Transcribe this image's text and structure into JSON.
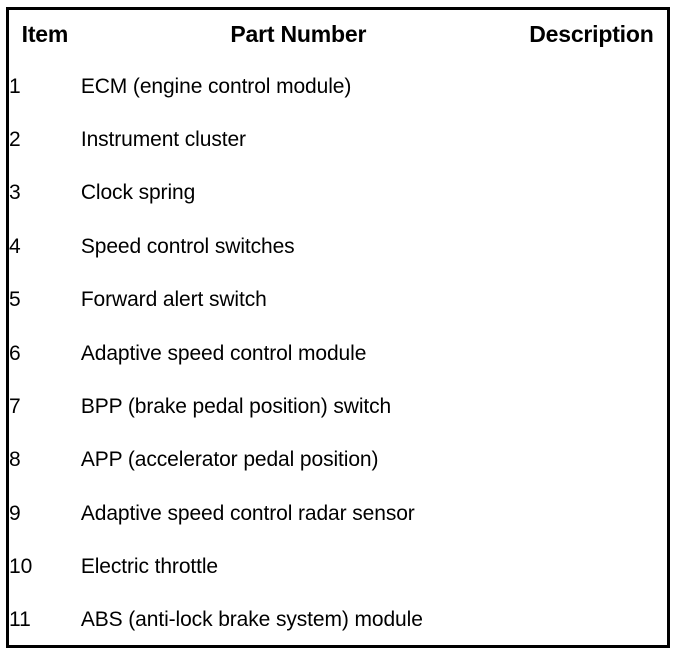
{
  "table": {
    "columns": [
      {
        "key": "item",
        "label": "Item",
        "align": "center"
      },
      {
        "key": "part_number",
        "label": "Part Number",
        "align": "center"
      },
      {
        "key": "description",
        "label": "Description",
        "align": "center"
      }
    ],
    "rows": [
      {
        "item": "1",
        "part_number": "ECM (engine control module)",
        "description": ""
      },
      {
        "item": "2",
        "part_number": "Instrument cluster",
        "description": ""
      },
      {
        "item": "3",
        "part_number": "Clock spring",
        "description": ""
      },
      {
        "item": "4",
        "part_number": "Speed control switches",
        "description": ""
      },
      {
        "item": "5",
        "part_number": "Forward alert switch",
        "description": ""
      },
      {
        "item": "6",
        "part_number": "Adaptive speed control module",
        "description": ""
      },
      {
        "item": "7",
        "part_number": "BPP (brake pedal position) switch",
        "description": ""
      },
      {
        "item": "8",
        "part_number": "APP (accelerator pedal position)",
        "description": ""
      },
      {
        "item": "9",
        "part_number": "Adaptive speed control radar sensor",
        "description": ""
      },
      {
        "item": "10",
        "part_number": "Electric throttle",
        "description": ""
      },
      {
        "item": "11",
        "part_number": "ABS (anti-lock brake system) module",
        "description": ""
      }
    ]
  },
  "colors": {
    "border": "#000000",
    "text": "#000000",
    "background": "#ffffff"
  }
}
